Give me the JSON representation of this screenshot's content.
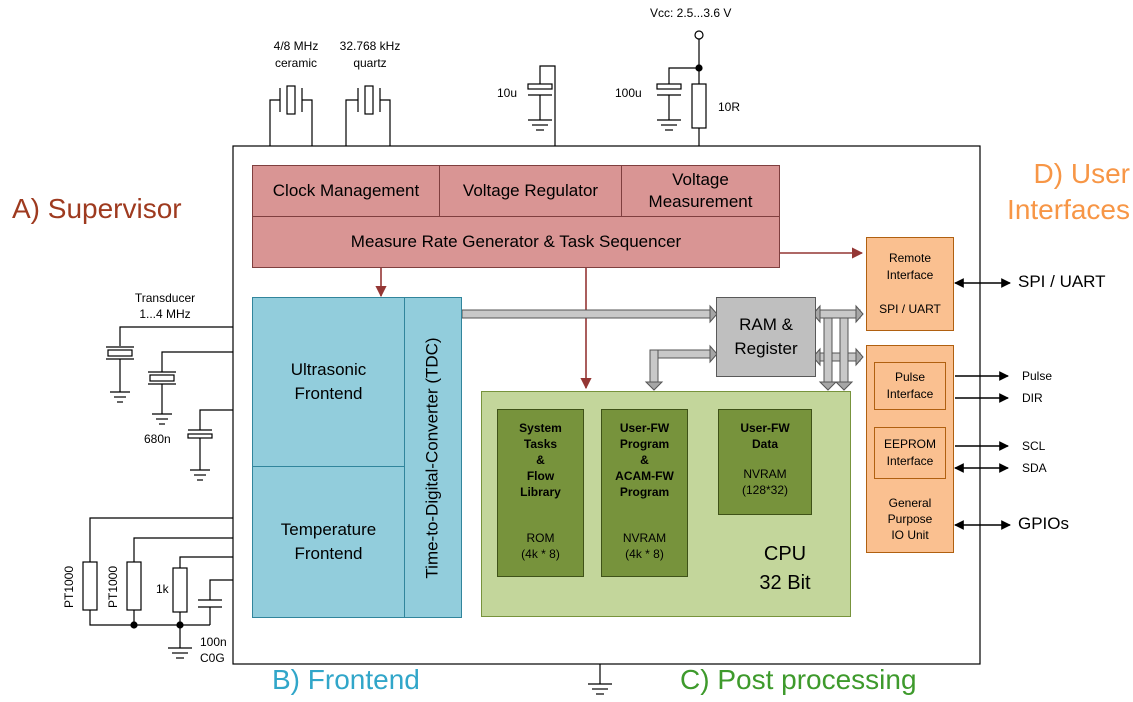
{
  "supply": {
    "vcc": "Vcc: 2.5...3.6 V",
    "cap_100u": "100u",
    "res_10r": "10R",
    "cap_10u": "10u"
  },
  "clocks": {
    "ceramic": "4/8 MHz\nceramic",
    "quartz": "32.768 kHz\nquartz"
  },
  "transducer": {
    "label": "Transducer\n1...4 MHz",
    "cap_680n": "680n"
  },
  "temperature": {
    "pt1000_a": "PT1000",
    "pt1000_b": "PT1000",
    "res_1k": "1k",
    "cap_100n": "100n\nC0G"
  },
  "sections": {
    "supervisor": "A) Supervisor",
    "frontend": "B) Frontend",
    "post_processing": "C) Post processing",
    "user_interfaces": "D) User\nInterfaces"
  },
  "supervisor_blocks": {
    "clock_management": "Clock Management",
    "voltage_regulator": "Voltage Regulator",
    "voltage_measurement": "Voltage\nMeasurement",
    "sequencer": "Measure Rate Generator & Task Sequencer"
  },
  "frontend_blocks": {
    "ultrasonic": "Ultrasonic\nFrontend",
    "temperature": "Temperature\nFrontend",
    "tdc": "Time-to-Digital-Converter (TDC)"
  },
  "ram": "RAM &\nRegister",
  "cpu": {
    "label": "CPU\n32 Bit",
    "rom_block": {
      "title": "System\nTasks\n&\nFlow\nLibrary",
      "mem": "ROM\n(4k * 8)"
    },
    "program_block": {
      "title": "User-FW\nProgram\n&\nACAM-FW\nProgram",
      "mem": "NVRAM\n(4k * 8)"
    },
    "data_block": {
      "title": "User-FW\nData",
      "mem": "NVRAM\n(128*32)"
    }
  },
  "interfaces": {
    "remote": "Remote\nInterface\n\nSPI / UART",
    "spi_uart": "SPI / UART",
    "pulse": "Pulse\nInterface",
    "eeprom": "EEPROM\nInterface",
    "gpio_unit": "General\nPurpose\nIO Unit",
    "pulse_out": "Pulse",
    "dir_out": "DIR",
    "scl": "SCL",
    "sda": "SDA",
    "gpios": "GPIOs"
  },
  "colors": {
    "supervisor": "#9e3a1f",
    "frontend": "#31a6c9",
    "post_processing": "#3e9a2c",
    "user_interfaces": "#f79646",
    "red_block": "#d99594",
    "blue_block": "#92cddc",
    "light_green": "#c3d69b",
    "dark_green": "#77933c",
    "orange_block": "#fac090",
    "gray_block": "#bfbfbf",
    "arrow_red": "#943634"
  }
}
